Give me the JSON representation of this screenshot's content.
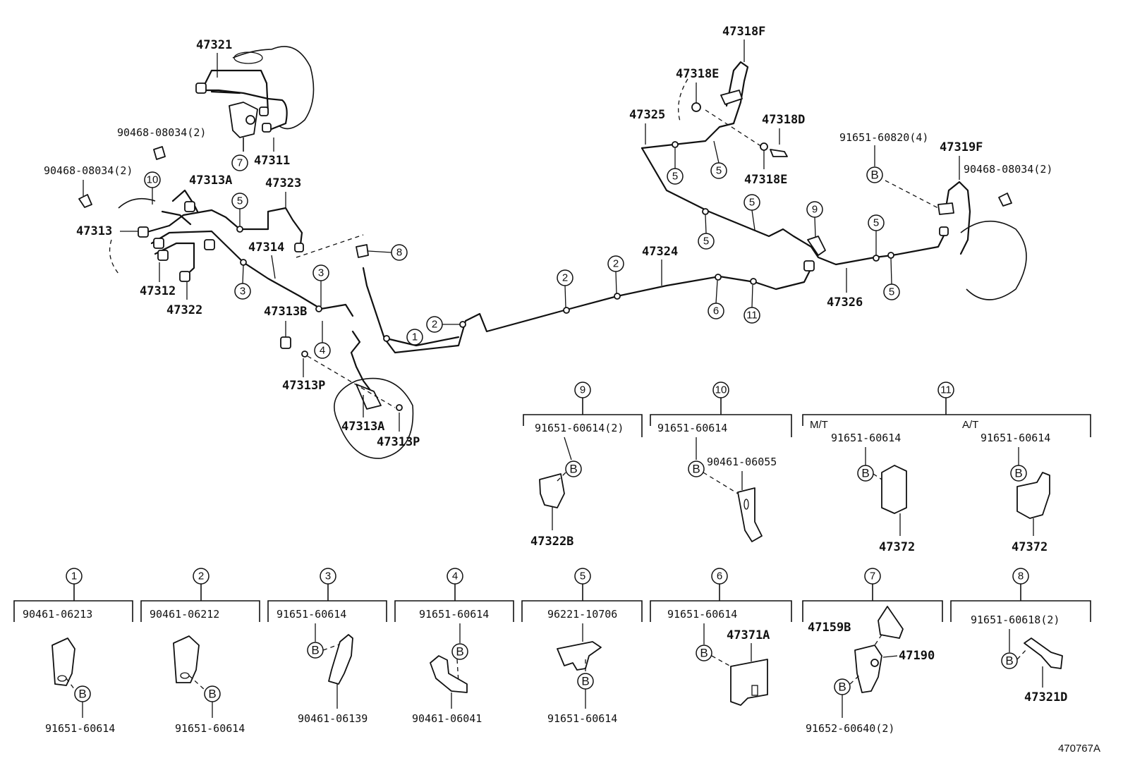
{
  "diagram_code": "470767A",
  "labels": {
    "p47321": "47321",
    "p47311": "47311",
    "p90468_a": "90468-08034(2)",
    "p90468_b": "90468-08034(2)",
    "p47313A_top": "47313A",
    "p47323": "47323",
    "p47313": "47313",
    "p47314": "47314",
    "p47312": "47312",
    "p47322": "47322",
    "p47313B": "47313B",
    "p47313P_a": "47313P",
    "p47313A_bot": "47313A",
    "p47313P_b": "47313P",
    "p47318F": "47318F",
    "p47318E_top": "47318E",
    "p47325": "47325",
    "p47318D": "47318D",
    "p47318E_bot": "47318E",
    "p91651_60820": "91651-60820(4)",
    "p47319F": "47319F",
    "p90468_c": "90468-08034(2)",
    "p47324": "47324",
    "p47326": "47326"
  },
  "callouts": {
    "c1": "1",
    "c2": "2",
    "c3": "3",
    "c4": "4",
    "c5": "5",
    "c6": "6",
    "c7": "7",
    "c8": "8",
    "c9": "9",
    "c10": "10",
    "c11": "11",
    "b": "B"
  },
  "details": {
    "d9": {
      "num": "9",
      "bolt": "91651-60614(2)",
      "part": "47322B"
    },
    "d10": {
      "num": "10",
      "bolt": "91651-60614",
      "clamp": "90461-06055"
    },
    "d11": {
      "num": "11",
      "mt": "M/T",
      "at": "A/T",
      "bolt_mt": "91651-60614",
      "bolt_at": "91651-60614",
      "part_mt": "47372",
      "part_at": "47372"
    },
    "d1": {
      "num": "1",
      "clamp": "90461-06213",
      "bolt": "91651-60614"
    },
    "d2": {
      "num": "2",
      "clamp": "90461-06212",
      "bolt": "91651-60614"
    },
    "d3": {
      "num": "3",
      "bolt": "91651-60614",
      "clamp": "90461-06139"
    },
    "d4": {
      "num": "4",
      "bolt": "91651-60614",
      "clamp": "90461-06041"
    },
    "d5": {
      "num": "5",
      "clamp": "96221-10706",
      "bolt": "91651-60614"
    },
    "d6": {
      "num": "6",
      "bolt": "91651-60614",
      "part": "47371A"
    },
    "d7": {
      "num": "7",
      "bracket": "47159B",
      "part": "47190",
      "bolt": "91652-60640(2)"
    },
    "d8": {
      "num": "8",
      "bolt": "91651-60618(2)",
      "part": "47321D"
    }
  }
}
